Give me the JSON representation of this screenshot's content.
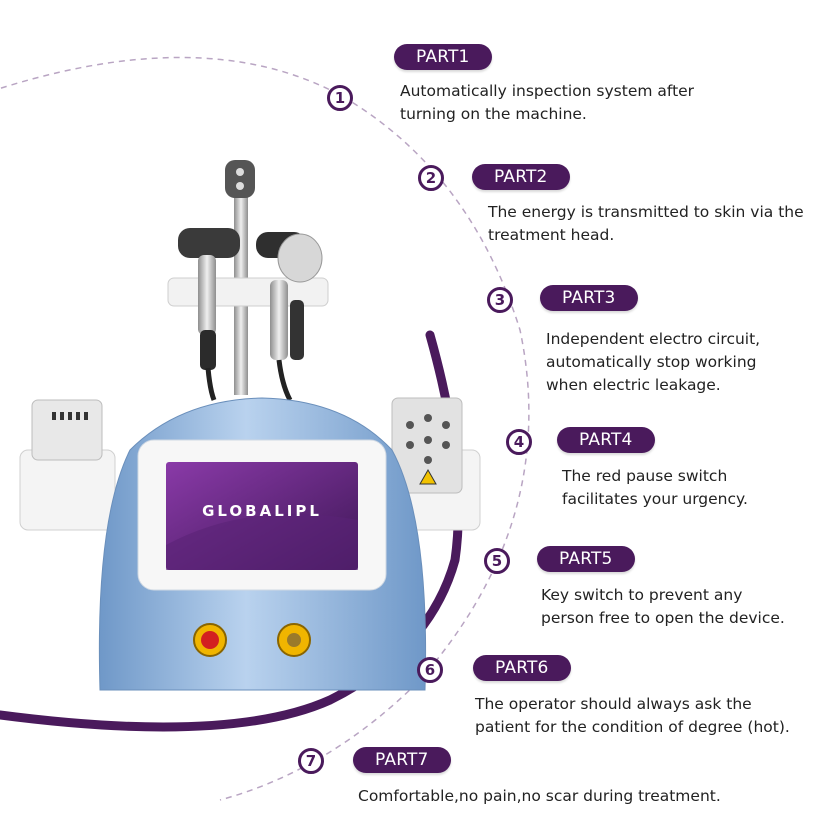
{
  "brand": {
    "screen_logo": "GLOBALIPL"
  },
  "colors": {
    "accent": "#4a1a5c",
    "device_body": "#8fb3dc",
    "screen": "#6b2d8a"
  },
  "parts": [
    {
      "number": "1",
      "label": "PART1",
      "description": "Automatically inspection system after\nturning on the machine."
    },
    {
      "number": "2",
      "label": "PART2",
      "description": "The energy is transmitted to skin via the\ntreatment head."
    },
    {
      "number": "3",
      "label": "PART3",
      "description": "Independent electro circuit,\nautomatically stop working\nwhen electric leakage."
    },
    {
      "number": "4",
      "label": "PART4",
      "description": "The red pause switch\nfacilitates your urgency."
    },
    {
      "number": "5",
      "label": "PART5",
      "description": "Key switch to prevent any\nperson free to open the device."
    },
    {
      "number": "6",
      "label": "PART6",
      "description": "The operator should always ask the\npatient for the condition of degree (hot)."
    },
    {
      "number": "7",
      "label": "PART7",
      "description": "Comfortable,no pain,no scar during treatment."
    }
  ]
}
